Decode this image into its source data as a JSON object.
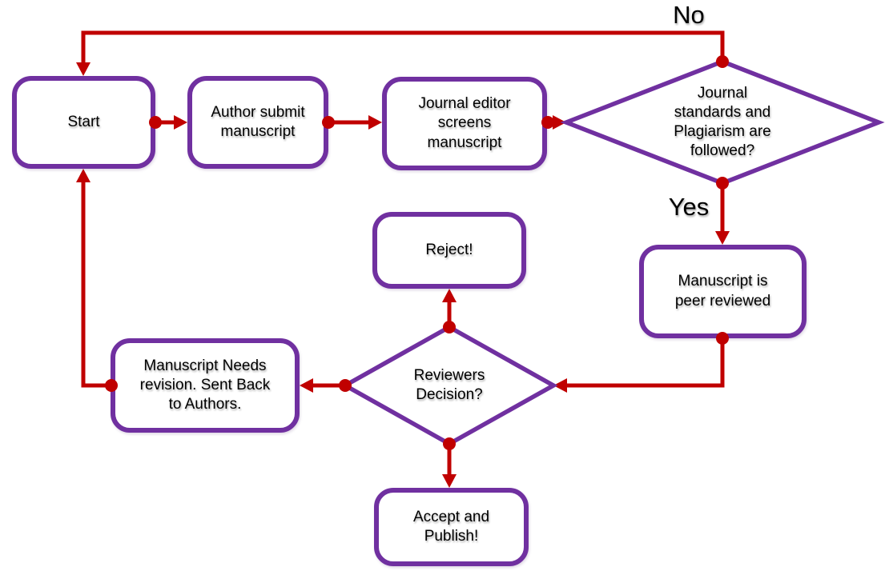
{
  "diagram": {
    "type": "flowchart",
    "colors": {
      "node_border": "#7030A0",
      "node_fill": "#FFFFFF",
      "connector": "#C00000",
      "text": "#000000"
    },
    "nodes": {
      "start": {
        "label": "Start"
      },
      "author_submit": {
        "label": "Author submit\nmanuscript"
      },
      "editor_screens": {
        "label": "Journal editor\nscreens\nmanuscript"
      },
      "standards_check": {
        "label": "Journal\nstandards and\nPlagiarism are\nfollowed?"
      },
      "peer_review": {
        "label": "Manuscript is\npeer reviewed"
      },
      "reject": {
        "label": "Reject!"
      },
      "reviewers_decision": {
        "label": "Reviewers\nDecision?"
      },
      "revision": {
        "label": "Manuscript Needs\nrevision. Sent Back\nto Authors."
      },
      "accept": {
        "label": "Accept and\nPublish!"
      }
    },
    "edge_labels": {
      "no": "No",
      "yes": "Yes"
    }
  }
}
